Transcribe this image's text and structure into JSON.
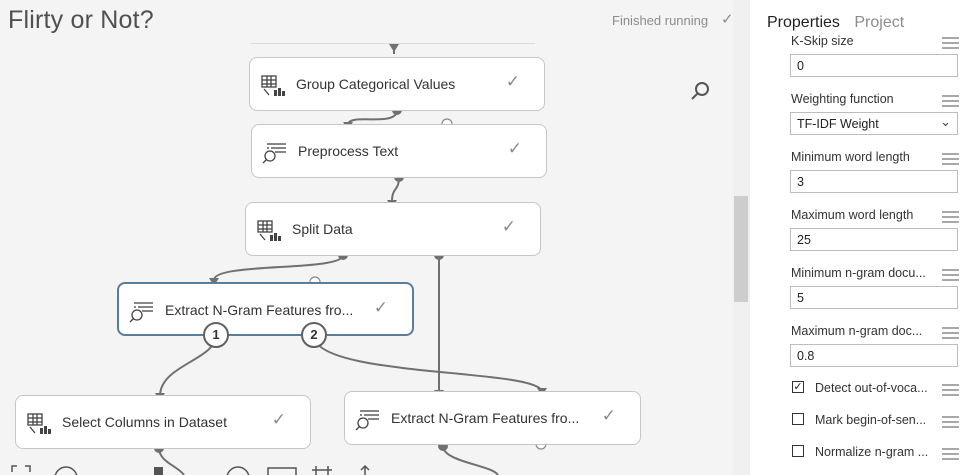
{
  "canvas": {
    "title": "Flirty or Not?",
    "run_status": "Finished running",
    "run_status_icon": "check-icon",
    "modules": [
      {
        "id": "group-categorical-values",
        "label": "Group Categorical Values",
        "icon": "dataset-icon",
        "status": "completed",
        "selected": false
      },
      {
        "id": "preprocess-text",
        "label": "Preprocess Text",
        "icon": "text-analytics-icon",
        "status": "completed",
        "selected": false
      },
      {
        "id": "split-data",
        "label": "Split Data",
        "icon": "dataset-icon",
        "status": "completed",
        "selected": false
      },
      {
        "id": "extract-ngram-1",
        "label": "Extract N-Gram Features fro...",
        "icon": "text-analytics-icon",
        "status": "completed",
        "selected": true,
        "output_ports": [
          "1",
          "2"
        ]
      },
      {
        "id": "select-columns",
        "label": "Select Columns in Dataset",
        "icon": "dataset-icon",
        "status": "completed",
        "selected": false
      },
      {
        "id": "extract-ngram-2",
        "label": "Extract N-Gram Features fro...",
        "icon": "text-analytics-icon",
        "status": "completed",
        "selected": false
      }
    ],
    "colors": {
      "selected_border": "#5a7e9a",
      "connector": "#707070",
      "port": "#606060"
    }
  },
  "properties": {
    "tabs": [
      {
        "label": "Properties",
        "active": true
      },
      {
        "label": "Project",
        "active": false
      }
    ],
    "fields": [
      {
        "id": "k-skip-size",
        "label": "K-Skip size",
        "type": "text",
        "value": "0"
      },
      {
        "id": "weighting-function",
        "label": "Weighting function",
        "type": "select",
        "value": "TF-IDF Weight"
      },
      {
        "id": "min-word-length",
        "label": "Minimum word length",
        "type": "text",
        "value": "3"
      },
      {
        "id": "max-word-length",
        "label": "Maximum word length",
        "type": "text",
        "value": "25"
      },
      {
        "id": "min-ngram-doc",
        "label": "Minimum n-gram docu...",
        "type": "text",
        "value": "5"
      },
      {
        "id": "max-ngram-doc",
        "label": "Maximum n-gram doc...",
        "type": "text",
        "value": "0.8"
      }
    ],
    "checkboxes": [
      {
        "id": "detect-oov",
        "label": "Detect out-of-voca...",
        "checked": true
      },
      {
        "id": "mark-begin-of-sentence",
        "label": "Mark begin-of-sen...",
        "checked": false
      },
      {
        "id": "normalize-ngram",
        "label": "Normalize n-gram ...",
        "checked": false
      }
    ]
  }
}
